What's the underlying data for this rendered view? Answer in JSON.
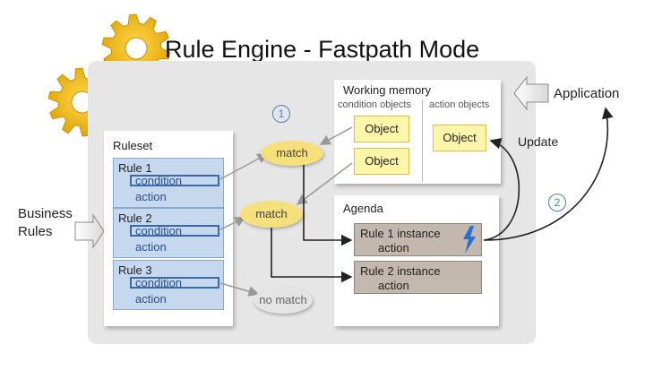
{
  "title": "Rule Engine - Fastpath Mode",
  "ruleset": {
    "title": "Ruleset",
    "rules": [
      {
        "name": "Rule 1",
        "condition": "condition",
        "action": "action"
      },
      {
        "name": "Rule 2",
        "condition": "condition",
        "action": "action"
      },
      {
        "name": "Rule 3",
        "condition": "condition",
        "action": "action"
      }
    ]
  },
  "working_memory": {
    "title": "Working memory",
    "condition_label": "condition objects",
    "action_label": "action objects",
    "condition_objects": [
      "Object",
      "Object"
    ],
    "action_objects": [
      "Object"
    ]
  },
  "agenda": {
    "title": "Agenda",
    "instances": [
      {
        "name": "Rule 1 instance",
        "action": "action"
      },
      {
        "name": "Rule 2 instance",
        "action": "action"
      }
    ]
  },
  "matches": {
    "match_1": "match",
    "match_2": "match",
    "no_match": "no match"
  },
  "steps": {
    "step_1": "1",
    "step_2": "2"
  },
  "labels": {
    "business_rules_line1": "Business",
    "business_rules_line2": "Rules",
    "application": "Application",
    "update": "Update"
  },
  "colors": {
    "gear": "#f2b705",
    "rule_fill": "#c5d8ee",
    "object_fill": "#fdf5a8",
    "instance_fill": "#c2b8ae",
    "match_fill": "#f5e07b",
    "step_circle": "#4a7fc1",
    "lightning": "#2a6fd6"
  }
}
